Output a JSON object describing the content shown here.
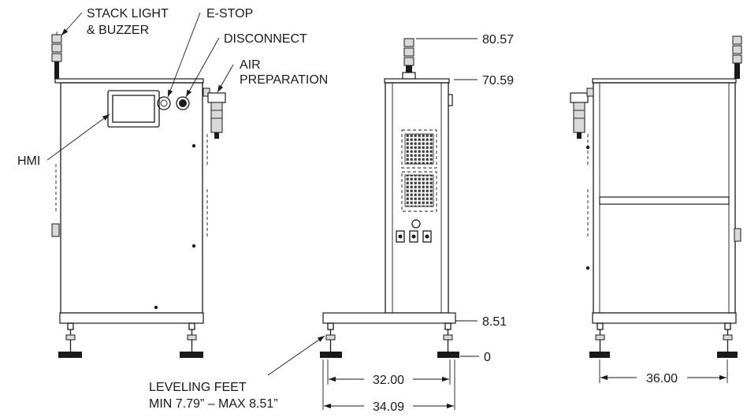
{
  "callouts": {
    "stack_light_line1": "STACK LIGHT",
    "stack_light_line2": "& BUZZER",
    "estop": "E-STOP",
    "disconnect": "DISCONNECT",
    "air_prep_line1": "AIR",
    "air_prep_line2": "PREPARATION",
    "hmi": "HMI",
    "leveling_line1": "LEVELING FEET",
    "leveling_line2": "MIN 7.79” – MAX 8.51”"
  },
  "dimensions": {
    "height_stack_light": "80.57",
    "height_cabinet_top": "70.59",
    "height_base": "8.51",
    "height_floor": "0",
    "width_inner_base": "32.00",
    "width_outer_base": "34.09",
    "width_frame_rear": "36.00"
  }
}
